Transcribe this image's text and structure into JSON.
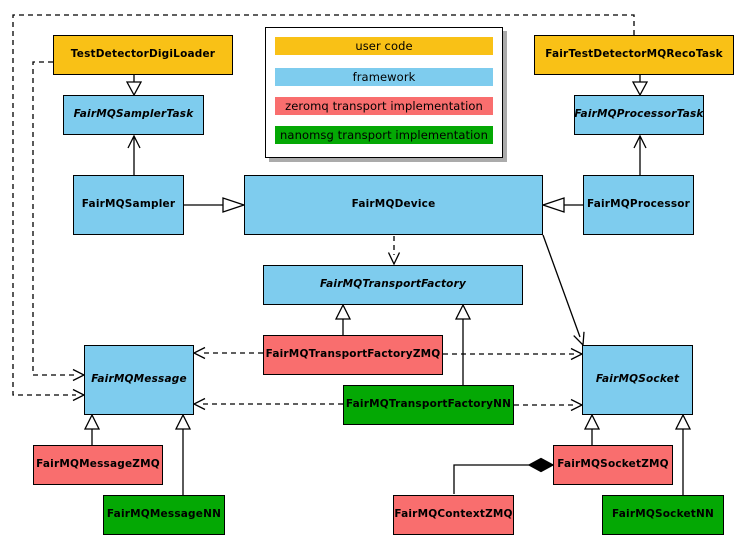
{
  "diagram": {
    "kind": "uml-class-diagram",
    "subject": "FairMQ framework classes and transport implementations"
  },
  "colors": {
    "user": "#F9C116",
    "framework": "#7ECCEE",
    "zeromq": "#F96E6E",
    "nanomsg": "#04A804",
    "line": "#000000",
    "background": "#FFFFFF",
    "legend_shadow": "#ABABAB"
  },
  "legend": {
    "items": [
      {
        "id": "user-code",
        "label": "user code",
        "type": "user"
      },
      {
        "id": "framework",
        "label": "framework",
        "type": "framework"
      },
      {
        "id": "zeromq-transport",
        "label": "zeromq transport implementation",
        "type": "zeromq"
      },
      {
        "id": "nanomsg-transport",
        "label": "nanomsg transport implementation",
        "type": "nanomsg"
      }
    ]
  },
  "nodes": [
    {
      "id": "test-detector-digi-loader",
      "label": "TestDetectorDigiLoader",
      "type": "user",
      "abstract": false
    },
    {
      "id": "fairmq-sampler-task",
      "label": "FairMQSamplerTask",
      "type": "framework",
      "abstract": true
    },
    {
      "id": "fairmq-sampler",
      "label": "FairMQSampler",
      "type": "framework",
      "abstract": false
    },
    {
      "id": "fair-test-detector-mq-reco-task",
      "label": "FairTestDetectorMQRecoTask",
      "type": "user",
      "abstract": false
    },
    {
      "id": "fairmq-processor-task",
      "label": "FairMQProcessorTask",
      "type": "framework",
      "abstract": true
    },
    {
      "id": "fairmq-processor",
      "label": "FairMQProcessor",
      "type": "framework",
      "abstract": false
    },
    {
      "id": "fairmq-device",
      "label": "FairMQDevice",
      "type": "framework",
      "abstract": false
    },
    {
      "id": "fairmq-transport-factory",
      "label": "FairMQTransportFactory",
      "type": "framework",
      "abstract": true
    },
    {
      "id": "fairmq-transport-factory-zmq",
      "label": "FairMQTransportFactoryZMQ",
      "type": "zeromq",
      "abstract": false
    },
    {
      "id": "fairmq-transport-factory-nn",
      "label": "FairMQTransportFactoryNN",
      "type": "nanomsg",
      "abstract": false
    },
    {
      "id": "fairmq-message",
      "label": "FairMQMessage",
      "type": "framework",
      "abstract": true
    },
    {
      "id": "fairmq-socket",
      "label": "FairMQSocket",
      "type": "framework",
      "abstract": true
    },
    {
      "id": "fairmq-message-zmq",
      "label": "FairMQMessageZMQ",
      "type": "zeromq",
      "abstract": false
    },
    {
      "id": "fairmq-message-nn",
      "label": "FairMQMessageNN",
      "type": "nanomsg",
      "abstract": false
    },
    {
      "id": "fairmq-socket-zmq",
      "label": "FairMQSocketZMQ",
      "type": "zeromq",
      "abstract": false
    },
    {
      "id": "fairmq-context-zmq",
      "label": "FairMQContextZMQ",
      "type": "zeromq",
      "abstract": false
    },
    {
      "id": "fairmq-socket-nn",
      "label": "FairMQSocketNN",
      "type": "nanomsg",
      "abstract": false
    }
  ],
  "edges": [
    {
      "from": "TestDetectorDigiLoader",
      "to": "FairMQSamplerTask",
      "kind": "inheritance",
      "style": "solid-hollow-triangle"
    },
    {
      "from": "FairMQSampler",
      "to": "FairMQSamplerTask",
      "kind": "inheritance",
      "style": "solid-open-arrow"
    },
    {
      "from": "FairMQSampler",
      "to": "FairMQDevice",
      "kind": "inheritance",
      "style": "solid-hollow-triangle"
    },
    {
      "from": "FairTestDetectorMQRecoTask",
      "to": "FairMQProcessorTask",
      "kind": "inheritance",
      "style": "solid-hollow-triangle"
    },
    {
      "from": "FairMQProcessor",
      "to": "FairMQProcessorTask",
      "kind": "inheritance",
      "style": "solid-open-arrow"
    },
    {
      "from": "FairMQProcessor",
      "to": "FairMQDevice",
      "kind": "inheritance",
      "style": "solid-hollow-triangle"
    },
    {
      "from": "FairMQDevice",
      "to": "FairMQTransportFactory",
      "kind": "dependency",
      "style": "dashed-open-arrow"
    },
    {
      "from": "FairMQDevice",
      "to": "FairMQSocket",
      "kind": "association",
      "style": "solid-open-arrow"
    },
    {
      "from": "FairMQTransportFactoryZMQ",
      "to": "FairMQTransportFactory",
      "kind": "inheritance",
      "style": "solid-hollow-triangle"
    },
    {
      "from": "FairMQTransportFactoryNN",
      "to": "FairMQTransportFactory",
      "kind": "inheritance",
      "style": "solid-hollow-triangle"
    },
    {
      "from": "FairMQTransportFactoryZMQ",
      "to": "FairMQMessage",
      "kind": "dependency",
      "style": "dashed-open-arrow"
    },
    {
      "from": "FairMQTransportFactoryZMQ",
      "to": "FairMQSocket",
      "kind": "dependency",
      "style": "dashed-open-arrow"
    },
    {
      "from": "FairMQTransportFactoryNN",
      "to": "FairMQMessage",
      "kind": "dependency",
      "style": "dashed-open-arrow"
    },
    {
      "from": "FairMQTransportFactoryNN",
      "to": "FairMQSocket",
      "kind": "dependency",
      "style": "dashed-open-arrow"
    },
    {
      "from": "TestDetectorDigiLoader",
      "to": "FairMQMessage",
      "kind": "dependency",
      "style": "dashed-open-arrow"
    },
    {
      "from": "FairTestDetectorMQRecoTask",
      "to": "FairMQMessage",
      "kind": "dependency",
      "style": "dashed-open-arrow"
    },
    {
      "from": "FairMQMessageZMQ",
      "to": "FairMQMessage",
      "kind": "inheritance",
      "style": "solid-hollow-triangle"
    },
    {
      "from": "FairMQMessageNN",
      "to": "FairMQMessage",
      "kind": "inheritance",
      "style": "solid-hollow-triangle"
    },
    {
      "from": "FairMQSocketZMQ",
      "to": "FairMQSocket",
      "kind": "inheritance",
      "style": "solid-hollow-triangle"
    },
    {
      "from": "FairMQSocketNN",
      "to": "FairMQSocket",
      "kind": "inheritance",
      "style": "solid-hollow-triangle"
    },
    {
      "from": "FairMQSocketZMQ",
      "to": "FairMQContextZMQ",
      "kind": "composition",
      "style": "solid-filled-diamond"
    }
  ]
}
